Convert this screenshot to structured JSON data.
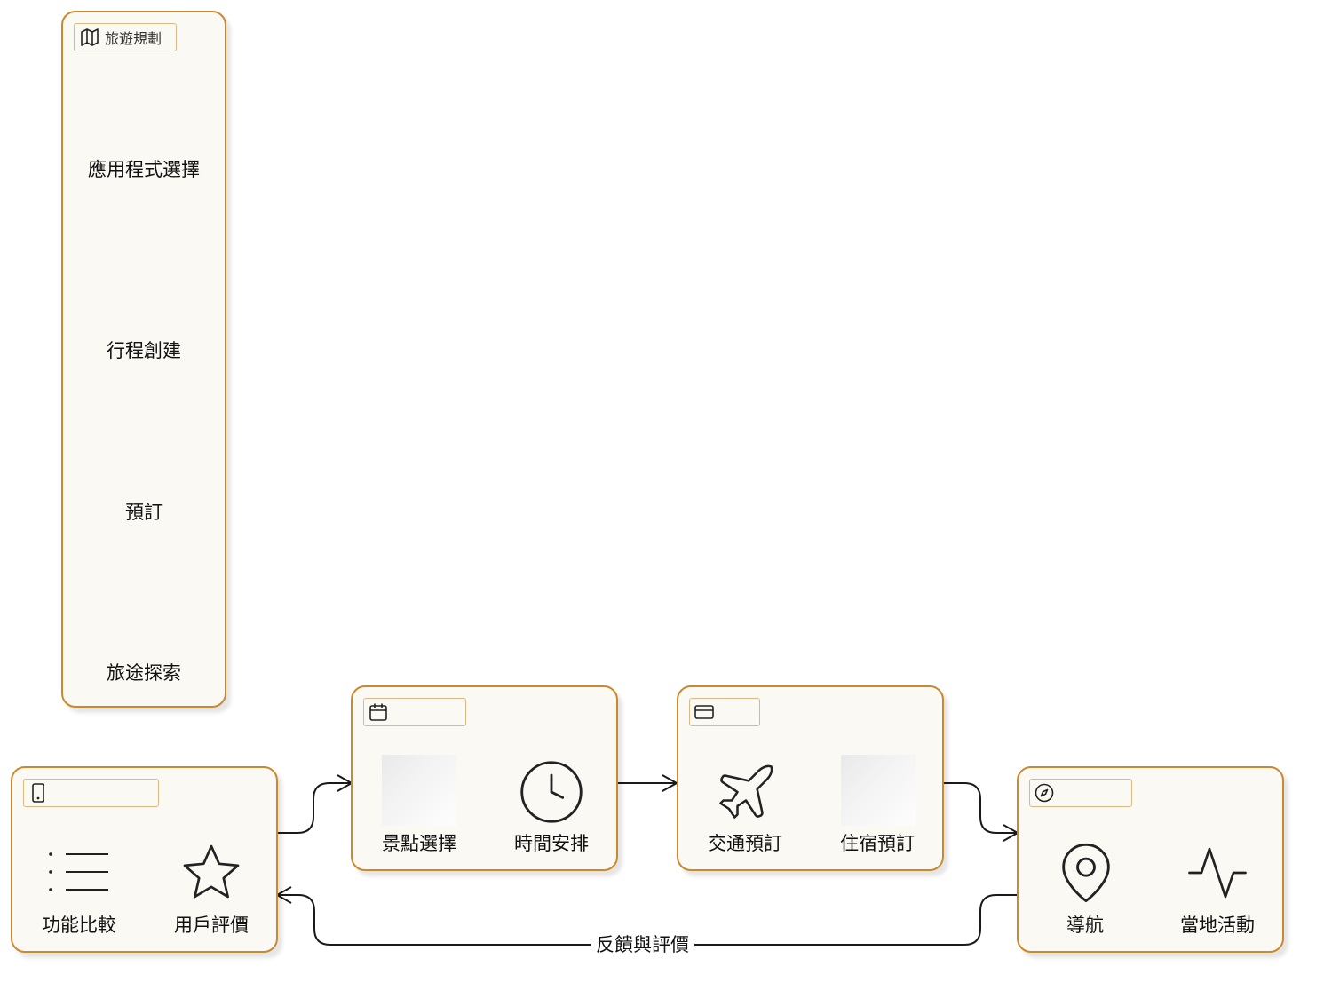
{
  "legend": {
    "title": "旅遊規劃",
    "title_icon": "map-icon",
    "items": [
      "應用程式選擇",
      "行程創建",
      "預訂",
      "旅途探索"
    ]
  },
  "stages": [
    {
      "id": "app-selection",
      "icon": "tablet-icon",
      "cells": [
        {
          "label": "功能比較",
          "icon": "list-icon"
        },
        {
          "label": "用戶評價",
          "icon": "star-icon"
        }
      ]
    },
    {
      "id": "itinerary",
      "icon": "calendar-icon",
      "cells": [
        {
          "label": "景點選擇",
          "icon": "image-placeholder"
        },
        {
          "label": "時間安排",
          "icon": "clock-icon"
        }
      ]
    },
    {
      "id": "booking",
      "icon": "credit-card-icon",
      "cells": [
        {
          "label": "交通預訂",
          "icon": "airplane-icon"
        },
        {
          "label": "住宿預訂",
          "icon": "image-placeholder"
        }
      ]
    },
    {
      "id": "exploration",
      "icon": "compass-icon",
      "cells": [
        {
          "label": "導航",
          "icon": "map-pin-icon"
        },
        {
          "label": "當地活動",
          "icon": "activity-icon"
        }
      ]
    }
  ],
  "feedback_label": "反饋與評價",
  "colors": {
    "border": "#c9892e",
    "tag_border": "#dcb982",
    "panel_bg": "#fbf9f4",
    "line": "#1a1a1a"
  }
}
